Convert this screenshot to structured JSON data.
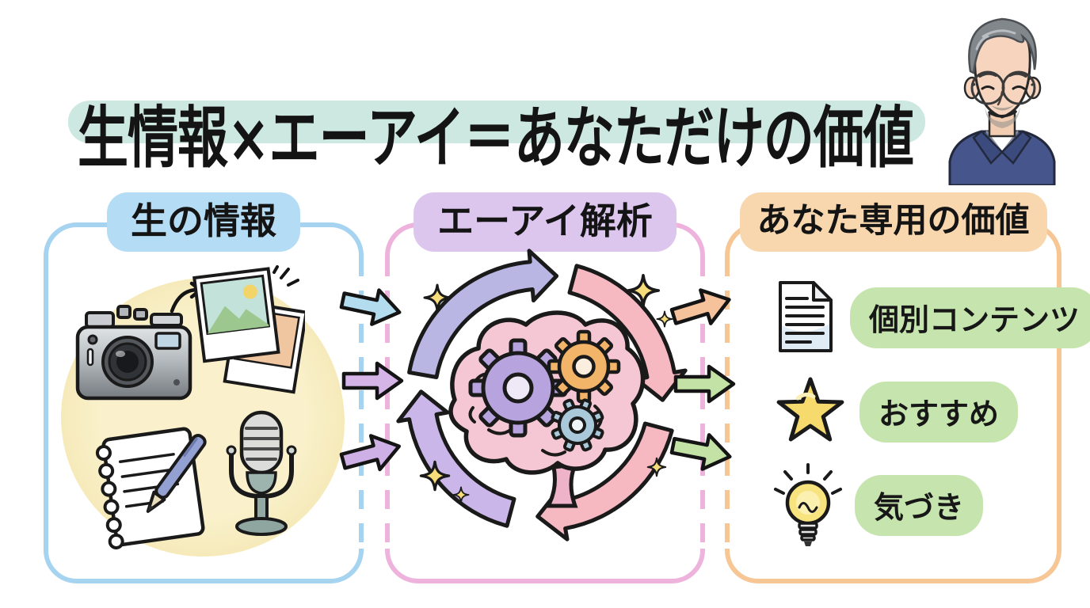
{
  "title": {
    "text": "生情報×エーアイ＝あなただけの価値"
  },
  "boxes": [
    {
      "id": "raw-info",
      "label": "生の情報",
      "icons": [
        "camera-icon",
        "photo-prints-icon",
        "notebook-pen-icon",
        "microphone-icon"
      ]
    },
    {
      "id": "ai-analysis",
      "label": "エーアイ解析",
      "icons": [
        "brain-gears-icon",
        "cycle-arrows-icon",
        "sparkle-icon"
      ]
    },
    {
      "id": "personal-value",
      "label": "あなた専用の価値",
      "items": [
        {
          "icon": "document-icon",
          "label": "個別コンテンツ"
        },
        {
          "icon": "star-icon",
          "label": "おすすめ"
        },
        {
          "icon": "lightbulb-icon",
          "label": "気づき"
        }
      ]
    }
  ],
  "flow": {
    "input_arrows": [
      "blue",
      "purple",
      "purple"
    ],
    "output_arrows": [
      "orange",
      "green",
      "green"
    ]
  },
  "icons": {
    "portrait": "man-portrait-illustration"
  },
  "colors": {
    "title_highlight": "#cde8e0",
    "box_raw_border": "#a5d3f0",
    "box_raw_header_bg": "#b5dcf5",
    "box_ai_border": "#eeb3dc",
    "box_ai_header_bg": "#dcc6ee",
    "box_value_border": "#f6c795",
    "box_value_header_bg": "#f8d7ae",
    "value_pill_bg": "#c6e5ae",
    "arrow_blue": "#b4dcef",
    "arrow_purple": "#d5b4e8",
    "arrow_orange": "#f6c29b",
    "arrow_green": "#c3e2a5",
    "brain_pink": "#f5c7d4",
    "gear_purple": "#b7a3dd",
    "gear_orange": "#f2b468",
    "gear_blue": "#a9c8da",
    "sparkle_yellow": "#f6dc7a",
    "blob_yellow": "#faf1cc"
  }
}
